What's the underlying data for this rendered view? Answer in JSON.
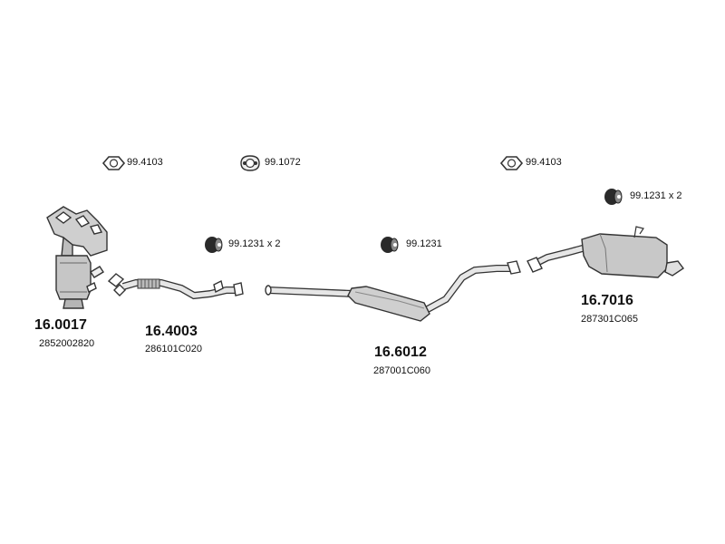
{
  "fittings": [
    {
      "label": "99.4103",
      "icon": "gasket-ring-icon"
    },
    {
      "label": "99.1072",
      "icon": "flange-gasket-icon"
    },
    {
      "label": "99.4103",
      "icon": "gasket-ring-icon"
    },
    {
      "label": "99.1231 x 2",
      "icon": "rubber-mount-icon"
    },
    {
      "label": "99.1231 x 2",
      "icon": "rubber-mount-icon"
    },
    {
      "label": "99.1231",
      "icon": "rubber-mount-icon"
    }
  ],
  "parts": [
    {
      "number": "16.0017",
      "oem": "2852002820",
      "name": "catalytic-converter"
    },
    {
      "number": "16.4003",
      "oem": "286101C020",
      "name": "front-pipe"
    },
    {
      "number": "16.6012",
      "oem": "287001C060",
      "name": "middle-silencer"
    },
    {
      "number": "16.7016",
      "oem": "287301C065",
      "name": "rear-silencer"
    }
  ],
  "colors": {
    "line": "#333333",
    "fill": "#d9d9d9",
    "text": "#111111"
  }
}
